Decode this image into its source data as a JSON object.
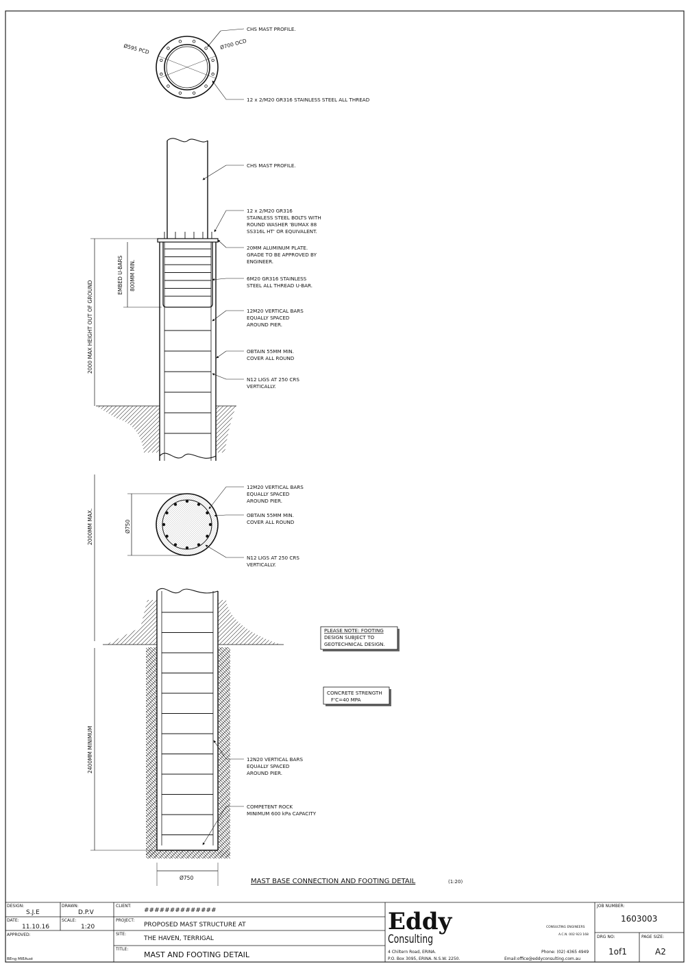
{
  "plan_top": {
    "pcd_label": "Ø595 PCD",
    "ocd_label": "Ø700 OCD",
    "callouts": [
      "CHS MAST PROFILE.",
      "12 x 2/M20 GR316 STAINLESS STEEL ALL THREAD"
    ]
  },
  "elevation_notes": [
    [
      "CHS MAST PROFILE."
    ],
    [
      "12 x 2/M20 GR316",
      "STAINLESS STEEL BOLTS WITH",
      "ROUND WASHER 'BUMAX 88",
      "SS316L HT' OR EQUIVALENT."
    ],
    [
      "20MM ALUMINUM PLATE.",
      "GRADE TO BE APPROVED BY",
      "ENGINEER."
    ],
    [
      "6M20 GR316 STAINLESS",
      "STEEL ALL THREAD U-BAR."
    ],
    [
      "12M20 VERTICAL BARS",
      "EQUALLY SPACED",
      "AROUND PIER."
    ],
    [
      "OBTAIN 55MM MIN.",
      "COVER ALL ROUND"
    ],
    [
      "N12 LIGS AT 250 CRS",
      "VERTICALLY."
    ]
  ],
  "elevation_dims": {
    "embed_1": "EMBED U-BARS",
    "embed_2": "800MM MIN.",
    "height": "2000 MAX HEIGHT OUT OF GROUND"
  },
  "section_notes": [
    [
      "12M20 VERTICAL BARS",
      "EQUALLY SPACED",
      "AROUND PIER."
    ],
    [
      "OBTAIN 55MM MIN.",
      "COVER ALL ROUND"
    ],
    [
      "N12 LIGS AT 250 CRS",
      "VERTICALLY."
    ]
  ],
  "section_dim": "Ø750",
  "dim_2000": "2000MM MAX.",
  "dim_2400": "2400MM MINIMUM",
  "footing_notes": [
    [
      "12N20 VERTICAL BARS",
      "EQUALLY SPACED",
      "AROUND PIER."
    ],
    [
      "COMPETENT ROCK",
      "MINIMUM 600 kPa CAPACITY"
    ]
  ],
  "footing_dim": "Ø750",
  "please_note": [
    "PLEASE NOTE: FOOTING",
    "DESIGN SUBJECT TO",
    "GEOTECHNICAL DESIGN."
  ],
  "concrete": [
    "CONCRETE STRENGTH",
    "F'C=40 MPA"
  ],
  "drawing_title": "MAST BASE CONNECTION AND FOOTING DETAIL",
  "drawing_scale": "(1:20)",
  "title_block": {
    "design_label": "DESIGN:",
    "design": "S.J.E",
    "drawn_label": "DRAWN:",
    "drawn": "D.P.V",
    "date_label": "DATE:",
    "date": "11.10.16",
    "scale_label": "SCALE:",
    "scale": "1:20",
    "approved_label": "APPROVED:",
    "approved_by": "BEng MIEAust",
    "client_label": "CLIENT:",
    "client": "##############",
    "project_label": "PROJECT:",
    "project": "PROPOSED MAST STRUCTURE AT",
    "site_label": "SITE:",
    "site": "THE HAVEN, TERRIGAL",
    "title_label": "TITLE:",
    "title": "MAST AND FOOTING DETAIL",
    "brand_1": "Eddy",
    "brand_2": "Consulting",
    "consulting_engineers": "CONSULTING ENGINEERS",
    "acn": "A.C.N. 002 923 168",
    "address_1": "4 Chiltern Road, ERINA.",
    "address_2": "P.O. Box 3095, ERINA. N.S.W. 2250.",
    "phone": "Phone: (02) 4365 4949",
    "email": "Email:office@eddyconsulting.com.au",
    "job_label": "JOB NUMBER:",
    "job": "1603003",
    "drg_label": "DRG NO:",
    "drg": "1of1",
    "page_label": "PAGE SIZE:",
    "page": "A2"
  }
}
